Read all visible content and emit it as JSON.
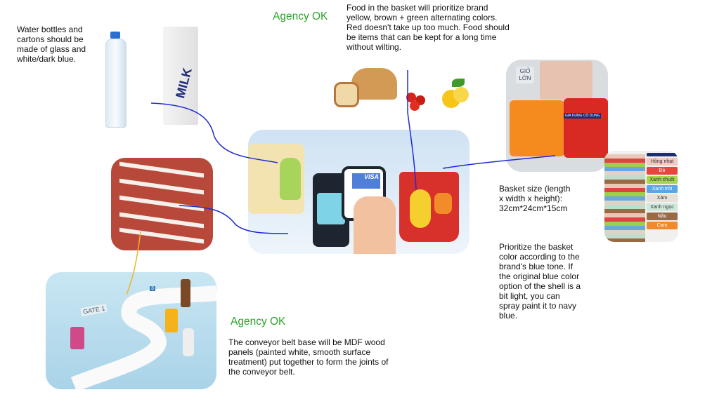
{
  "notes": {
    "bottles": "Water bottles and cartons should be made of glass and white/dark blue.",
    "agency_ok_1": "Agency OK",
    "food": "Food in the basket will prioritize brand yellow, brown + green alternating colors. Red doesn't take up too much. Food should be items that can be kept for a long time without wilting.",
    "basket_size": "Basket size (length x width x height): 32cm*24cm*15cm",
    "basket_color": "Prioritize the basket color according to the brand's blue tone. If the original blue color option of the shell is a bit light, you can spray paint it to navy blue.",
    "agency_ok_2": "Agency OK",
    "conveyor": "The conveyor belt base will be MDF wood panels (painted white, smooth surface treatment) put together to form the joints of the conveyor belt."
  },
  "images": {
    "milk_label": "MILK",
    "basket_tag": "GIỎ LỚN",
    "basket_brand": "GIA DỤNG CÔ DUNG",
    "card_brand": "VISA",
    "gate_label": "GATE 1",
    "gate_number": "3"
  },
  "color_options": [
    {
      "label": "Hồng nhạt",
      "color": "#f2c9c4"
    },
    {
      "label": "Đỏ",
      "color": "#e8453c"
    },
    {
      "label": "Xanh chuối",
      "color": "#a6d64a"
    },
    {
      "label": "Xanh trời",
      "color": "#5aa7e6"
    },
    {
      "label": "Xám",
      "color": "#e6e0d6"
    },
    {
      "label": "Xanh ngọc",
      "color": "#cfe8dc"
    },
    {
      "label": "Nâu",
      "color": "#9a6a45"
    },
    {
      "label": "Cam",
      "color": "#f08a2c"
    }
  ],
  "colors": {
    "connector": "#1f2bd6",
    "connector_alt": "#f0b429",
    "agency_ok": "#2aa52a"
  }
}
